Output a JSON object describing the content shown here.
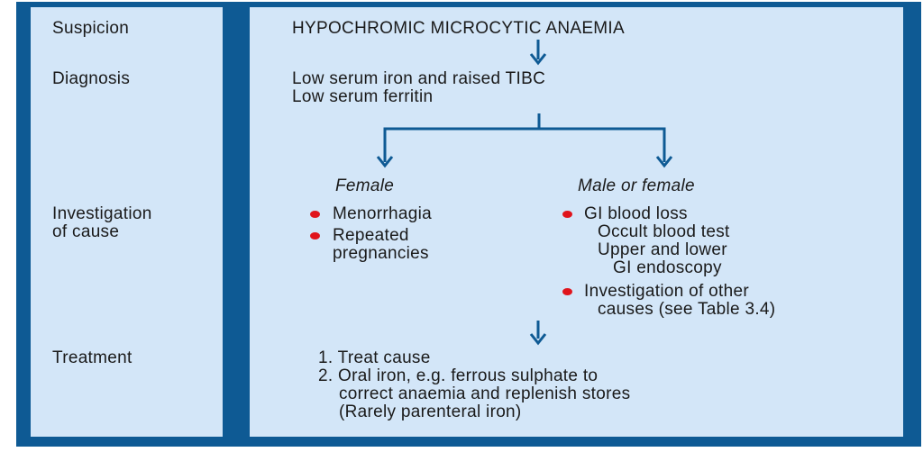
{
  "labels": {
    "suspicion": "Suspicion",
    "diagnosis": "Diagnosis",
    "investigation_line1": "Investigation",
    "investigation_line2": "of cause",
    "treatment": "Treatment"
  },
  "suspicion_text": "HYPOCHROMIC MICROCYTIC ANAEMIA",
  "diagnosis_lines": [
    "Low serum iron and raised TIBC",
    "Low serum ferritin"
  ],
  "female_branch": {
    "heading": "Female",
    "items": [
      "Menorrhagia",
      "Repeated",
      "pregnancies"
    ]
  },
  "male_female_branch": {
    "heading": "Male or female",
    "gi": "GI blood loss",
    "gi_details": [
      "Occult blood test",
      "Upper and lower",
      "GI endoscopy"
    ],
    "other": [
      "Investigation of other",
      "causes (see Table 3.4)"
    ]
  },
  "treatment_lines": [
    "1.  Treat cause",
    "2.  Oral iron, e.g. ferrous sulphate to",
    "correct anaemia and replenish stores",
    "(Rarely parenteral iron)"
  ],
  "colors": {
    "frame": "#0e5a94",
    "panel": "#d3e6f8",
    "bullet": "#e0141c",
    "arrow": "#0e5a94"
  }
}
